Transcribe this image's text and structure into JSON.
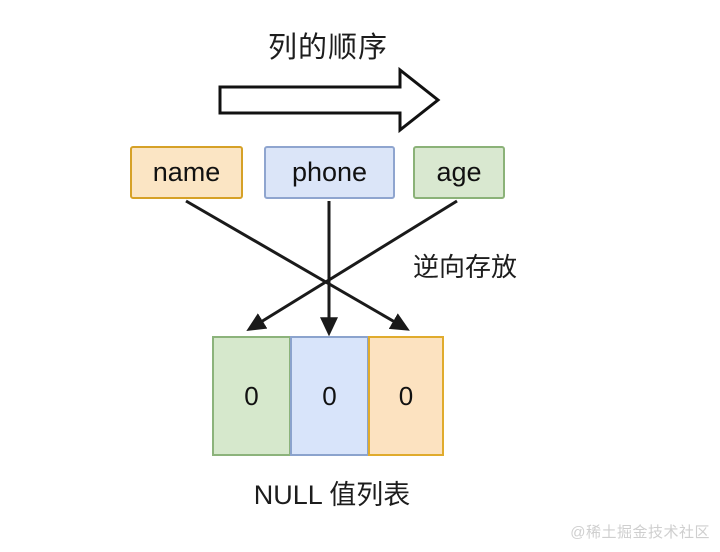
{
  "diagram": {
    "title": "列的顺序",
    "caption": "NULL 值列表",
    "reverse_label": "逆向存放",
    "watermark": "@稀土掘金技术社区",
    "background_color": "#ffffff",
    "direction_arrow": {
      "name": "order-direction-arrow",
      "points_to": "right"
    },
    "columns": [
      {
        "label": "name",
        "fill": "#fbe5c4",
        "stroke": "#d6a127",
        "maps_to_slot": 3
      },
      {
        "label": "phone",
        "fill": "#dbe5f8",
        "stroke": "#8fa5cf",
        "maps_to_slot": 2
      },
      {
        "label": "age",
        "fill": "#d9e8d0",
        "stroke": "#8bb278",
        "maps_to_slot": 1
      }
    ],
    "null_cells": [
      {
        "value": "0",
        "fill": "#d6e8cc",
        "stroke": "#8cb37b",
        "source_column": "age"
      },
      {
        "value": "0",
        "fill": "#d8e4fa",
        "stroke": "#8ba3cd",
        "source_column": "phone"
      },
      {
        "value": "0",
        "fill": "#fce2c0",
        "stroke": "#e0ab2d",
        "source_column": "name"
      }
    ],
    "mapping_arrows": [
      {
        "name": "arrow-name-to-slot3",
        "from": "name",
        "to": "null-cell-3"
      },
      {
        "name": "arrow-phone-to-slot2",
        "from": "phone",
        "to": "null-cell-2"
      },
      {
        "name": "arrow-age-to-slot1",
        "from": "age",
        "to": "null-cell-1"
      }
    ]
  }
}
